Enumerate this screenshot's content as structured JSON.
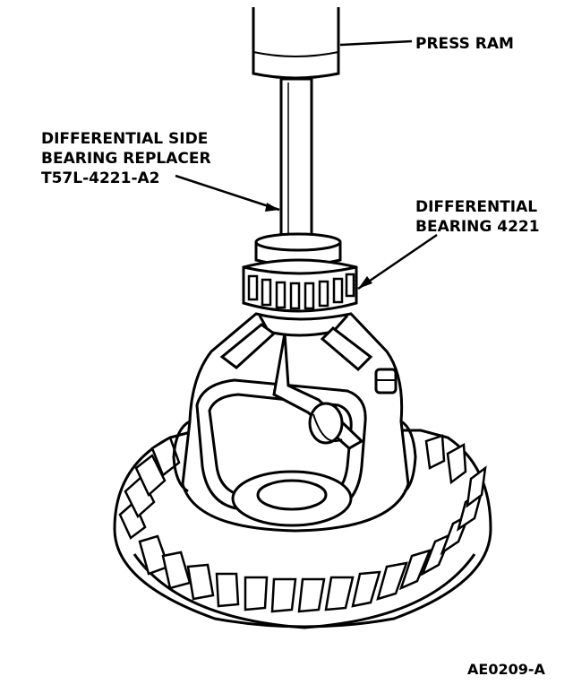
{
  "labels": {
    "press_ram": "PRESS RAM",
    "replacer_line1": "DIFFERENTIAL SIDE",
    "replacer_line2": "BEARING REPLACER",
    "replacer_line3": "T57L-4221-A2",
    "bearing_line1": "DIFFERENTIAL",
    "bearing_line2": "BEARING 4221"
  },
  "figure_id": "AE0209-A"
}
